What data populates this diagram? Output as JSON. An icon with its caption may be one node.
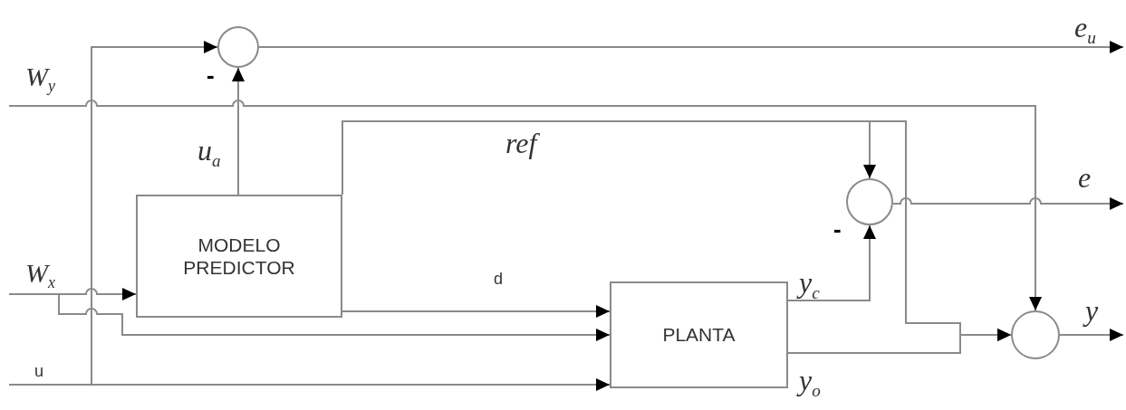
{
  "diagram": {
    "nodes": [
      {
        "text": [],
        "shape": "circle"
      },
      {
        "text": [
          "W$_{y}$"
        ]
      },
      {
        "text": [
          "MODELO PREDICTOR"
        ]
      },
      {
        "text": [],
        "shape": "circle"
      },
      {
        "text": [
          "W$_{x}$"
        ]
      },
      {
        "text": [
          "PLANTA"
        ]
      },
      {
        "text": [],
        "shape": "circle"
      },
      {
        "text": [
          "u"
        ]
      }
    ],
    "edges": [
      {
        "from": 7,
        "to": 0,
        "arrow": "to"
      },
      {
        "from": 7,
        "to": 5,
        "arrow": "to"
      },
      {
        "from": 1,
        "to": 6,
        "arrow": "to"
      },
      {
        "from": 4,
        "to": 2,
        "arrow": "to"
      },
      {
        "from": 4,
        "to": 5,
        "arrow": "to"
      },
      {
        "from": 2,
        "to": 0,
        "arrow": "to",
        "label": "u$_{a}$"
      },
      {
        "from": 2,
        "to": 3,
        "arrow": "to",
        "label": "ref"
      },
      {
        "from": 2,
        "to": 6,
        "arrow": "to"
      },
      {
        "from": 2,
        "to": 5,
        "arrow": "to",
        "label": "d"
      },
      {
        "from": 5,
        "to": 3,
        "arrow": "to",
        "label": "y$_{c}$"
      },
      {
        "from": 5,
        "to": 6,
        "arrow": "to",
        "label": "y$_{o}$"
      },
      {
        "from": 0,
        "to": null,
        "arrow": "to",
        "label": "e$_{u}$"
      },
      {
        "from": 3,
        "to": null,
        "arrow": "to",
        "label": "e"
      },
      {
        "from": 6,
        "to": null,
        "arrow": "to",
        "label": "y"
      }
    ],
    "labels": [
      "-",
      "-"
    ]
  }
}
